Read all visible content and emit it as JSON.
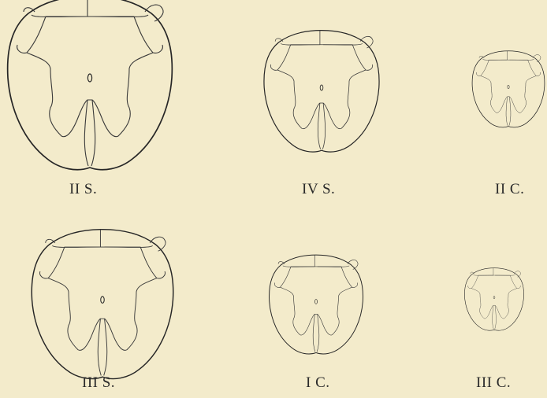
{
  "sections": [
    {
      "id": "II S.",
      "label": "II S."
    },
    {
      "id": "IV S.",
      "label": "IV S."
    },
    {
      "id": "II C.",
      "label": "II C."
    },
    {
      "id": "III S.",
      "label": "III S."
    },
    {
      "id": "I C.",
      "label": "I C."
    },
    {
      "id": "III C.",
      "label": "III C."
    }
  ],
  "colors": {
    "paper": "#f3ebcb",
    "ink": "#262626"
  }
}
